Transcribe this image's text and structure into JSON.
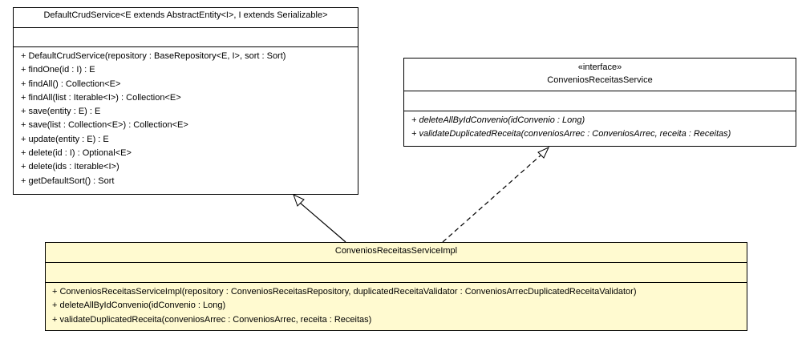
{
  "colors": {
    "impl_fill": "#fffad0",
    "default_fill": "#ffffff",
    "line": "#000000"
  },
  "classes": {
    "default_crud": {
      "title": "DefaultCrudService<E extends AbstractEntity<I>, I extends Serializable>",
      "operations": [
        "+ DefaultCrudService(repository : BaseRepository<E, I>, sort : Sort)",
        "+ findOne(id : I) : E",
        "+ findAll() : Collection<E>",
        "+ findAll(list : Iterable<I>) : Collection<E>",
        "+ save(entity : E) : E",
        "+ save(list : Collection<E>) : Collection<E>",
        "+ update(entity : E) : E",
        "+ delete(id : I) : Optional<E>",
        "+ delete(ids : Iterable<I>)",
        "+ getDefaultSort() : Sort"
      ]
    },
    "interface": {
      "stereotype": "«interface»",
      "title": "ConveniosReceitasService",
      "operations": [
        "+ deleteAllByIdConvenio(idConvenio : Long)",
        "+ validateDuplicatedReceita(conveniosArrec : ConveniosArrec, receita : Receitas)"
      ]
    },
    "impl": {
      "title": "ConveniosReceitasServiceImpl",
      "operations": [
        "+ ConveniosReceitasServiceImpl(repository : ConveniosReceitasRepository, duplicatedReceitaValidator : ConveniosArrecDuplicatedReceitaValidator)",
        "+ deleteAllByIdConvenio(idConvenio : Long)",
        "+ validateDuplicatedReceita(conveniosArrec : ConveniosArrec, receita : Receitas)"
      ]
    }
  },
  "relations": [
    {
      "type": "generalization",
      "from": "impl",
      "to": "default_crud"
    },
    {
      "type": "realization",
      "from": "impl",
      "to": "interface"
    }
  ]
}
